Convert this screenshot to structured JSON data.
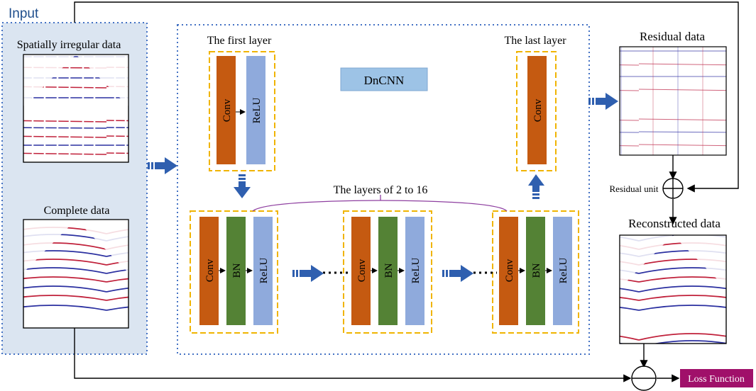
{
  "input_panel": {
    "title": "Input",
    "irregular_label": "Spatially irregular data",
    "complete_label": "Complete data"
  },
  "dncnn": {
    "title": "DnCNN",
    "first_layer_label": "The first layer",
    "last_layer_label": "The last layer",
    "middle_layers_label": "The layers of 2 to 16"
  },
  "layers": {
    "conv": "Conv",
    "bn": "BN",
    "relu": "ReLU"
  },
  "outputs": {
    "residual_label": "Residual data",
    "residual_unit_label": "Residual unit",
    "reconstructed_label": "Reconstructed data",
    "loss_label": "Loss Function"
  },
  "colors": {
    "conv": "#c55a11",
    "bn": "#548235",
    "relu": "#8faadc",
    "dncnn_box": "#9dc3e6",
    "input_bg": "#dbe5f1",
    "dotted_border": "#4472c4",
    "dashed_border": "#f0b400",
    "arrow_blue": "#2f5faf",
    "loss_bg": "#a0106a",
    "bracket": "#8e3fa0",
    "title_blue": "#1f4e8c"
  }
}
